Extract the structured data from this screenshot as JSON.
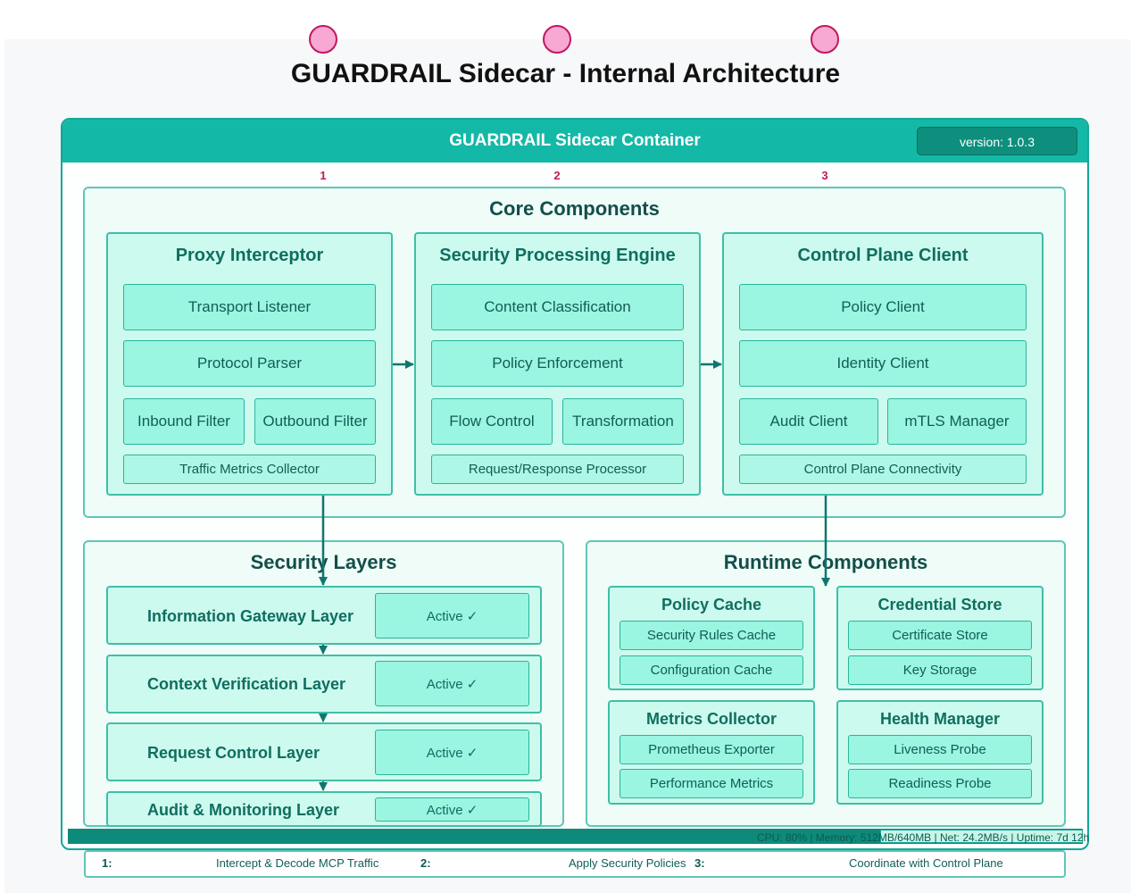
{
  "title": "GUARDRAIL Sidecar - Internal Architecture",
  "container": {
    "title": "GUARDRAIL Sidecar Container",
    "version": "version: 1.0.3"
  },
  "steps": [
    "1",
    "2",
    "3"
  ],
  "core": {
    "title": "Core Components",
    "proxy": {
      "title": "Proxy Interceptor",
      "items": [
        "Transport Listener",
        "Protocol Parser",
        "Inbound Filter",
        "Outbound Filter",
        "Traffic Metrics Collector"
      ]
    },
    "engine": {
      "title": "Security Processing Engine",
      "items": [
        "Content Classification",
        "Policy Enforcement",
        "Flow Control",
        "Transformation",
        "Request/Response Processor"
      ]
    },
    "control": {
      "title": "Control Plane Client",
      "items": [
        "Policy Client",
        "Identity Client",
        "Audit Client",
        "mTLS Manager",
        "Control Plane Connectivity"
      ]
    }
  },
  "security_layers": {
    "title": "Security Layers",
    "layers": [
      {
        "label": "Information Gateway Layer",
        "status": "Active ✓"
      },
      {
        "label": "Context Verification Layer",
        "status": "Active ✓"
      },
      {
        "label": "Request Control Layer",
        "status": "Active ✓"
      },
      {
        "label": "Audit & Monitoring Layer",
        "status": "Active ✓"
      }
    ]
  },
  "runtime": {
    "title": "Runtime Components",
    "cards": [
      {
        "title": "Policy Cache",
        "items": [
          "Security Rules Cache",
          "Configuration Cache"
        ]
      },
      {
        "title": "Credential Store",
        "items": [
          "Certificate Store",
          "Key Storage"
        ]
      },
      {
        "title": "Metrics Collector",
        "items": [
          "Prometheus Exporter",
          "Performance Metrics"
        ]
      },
      {
        "title": "Health Manager",
        "items": [
          "Liveness Probe",
          "Readiness Probe"
        ]
      }
    ]
  },
  "status": "CPU: 80% | Memory: 512MB/640MB | Net: 24.2MB/s | Uptime: 7d 12h",
  "legend": [
    {
      "num": "1:",
      "text": "Intercept & Decode MCP Traffic"
    },
    {
      "num": "2:",
      "text": "Apply Security Policies"
    },
    {
      "num": "3:",
      "text": "Coordinate with Control Plane"
    }
  ],
  "colors": {
    "accent": "#14b8a6",
    "step": "#c2185b",
    "arrow": "#0f766e"
  }
}
